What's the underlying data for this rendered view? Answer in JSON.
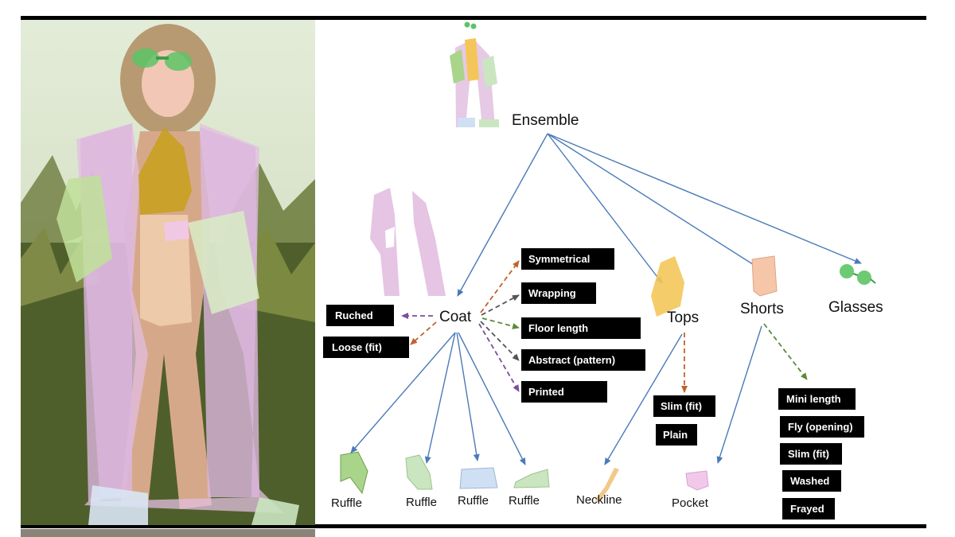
{
  "nodes": {
    "ensemble": "Ensemble",
    "coat": "Coat",
    "tops": "Tops",
    "shorts": "Shorts",
    "glasses": "Glasses"
  },
  "coat_attributes": [
    "Symmetrical",
    "Wrapping",
    "Floor length",
    "Abstract (pattern)",
    "Printed"
  ],
  "coat_left_attributes": [
    "Ruched",
    "Loose (fit)"
  ],
  "coat_parts": [
    "Ruffle",
    "Ruffle",
    "Ruffle",
    "Ruffle"
  ],
  "tops_attributes": [
    "Slim (fit)",
    "Plain"
  ],
  "tops_parts": [
    "Neckline"
  ],
  "shorts_attributes": [
    "Mini length",
    "Fly (opening)",
    "Slim (fit)",
    "Washed",
    "Frayed"
  ],
  "shorts_parts": [
    "Pocket"
  ],
  "colors": {
    "hierarchy_arrow": "#4a7ab8",
    "attr_orange": "#c0622d",
    "attr_gray": "#555555",
    "attr_green": "#5a8a3a",
    "attr_purple": "#7a4f9e",
    "coat_mask": "#e2bfe0",
    "tops_mask": "#f4c65a",
    "shorts_mask": "#f5c6a8",
    "glasses_mask": "#5cc466",
    "ruffle_green": "#a8d58a",
    "ruffle_light": "#c9e6c0",
    "ruffle_blue": "#cfe0f4",
    "neckline_mask": "#f2c98a",
    "pocket_mask": "#f1c8ea"
  }
}
